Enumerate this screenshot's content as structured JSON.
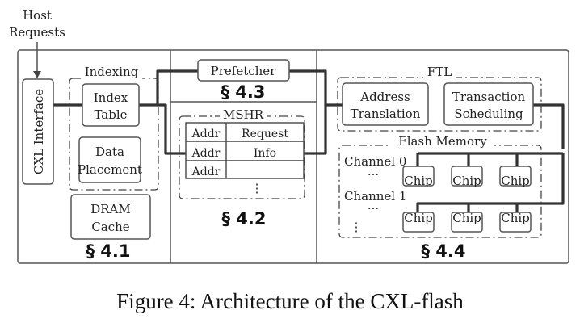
{
  "input": {
    "line1": "Host",
    "line2": "Requests"
  },
  "cxl_interface": "CXL Interface",
  "indexing": {
    "title": "Indexing",
    "index_table": {
      "line1": "Index",
      "line2": "Table"
    },
    "data_placement": {
      "line1": "Data",
      "line2": "Placement"
    }
  },
  "dram_cache": {
    "line1": "DRAM",
    "line2": "Cache"
  },
  "prefetcher": "Prefetcher",
  "mshr": {
    "title": "MSHR",
    "col_addr": "Addr",
    "col_req_line1": "Request",
    "col_req_line2": "Info",
    "ellipsis": "⋮"
  },
  "ftl": {
    "title": "FTL",
    "address_translation": {
      "line1": "Address",
      "line2": "Translation"
    },
    "transaction_scheduling": {
      "line1": "Transaction",
      "line2": "Scheduling"
    }
  },
  "flash": {
    "title": "Flash Memory",
    "channel0": "Channel 0",
    "channel1": "Channel 1",
    "chip": "Chip",
    "hdots": "···",
    "vdots": "⋮"
  },
  "sections": {
    "s41": "§ 4.1",
    "s42": "§ 4.2",
    "s43": "§ 4.3",
    "s44": "§ 4.4"
  },
  "caption": "Figure 4: Architecture of the CXL-flash"
}
